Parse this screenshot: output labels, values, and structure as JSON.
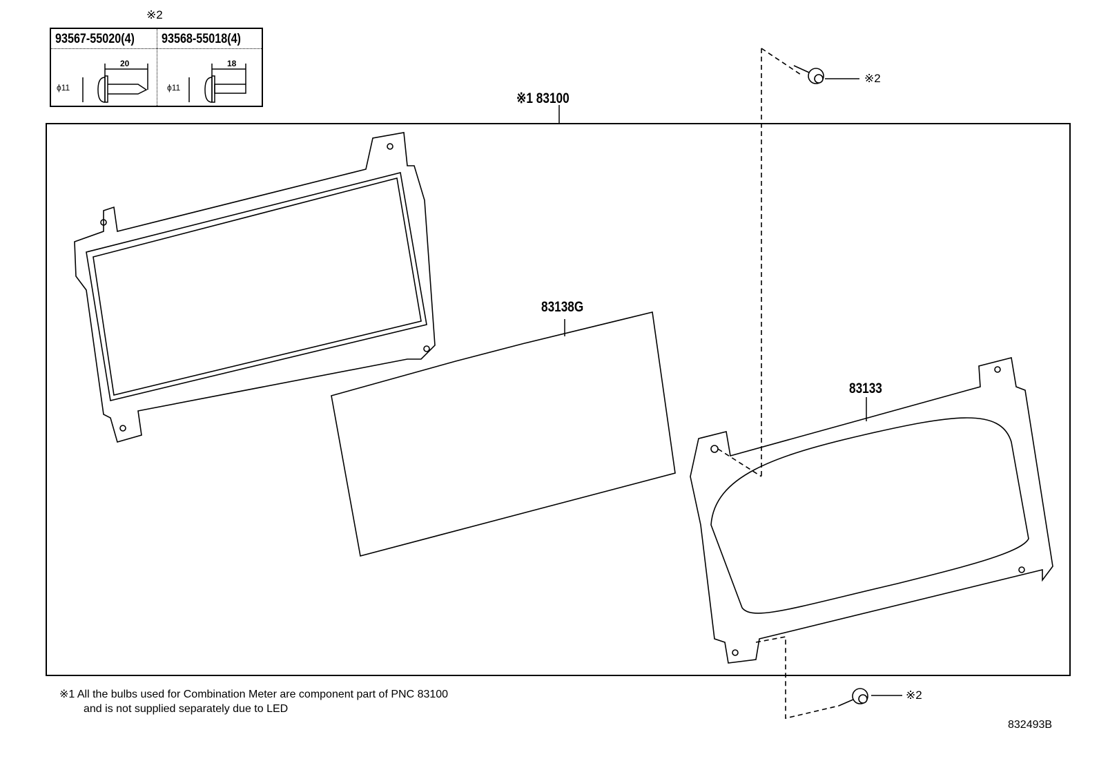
{
  "fastener_table": {
    "marker": "※2",
    "columns": [
      {
        "part_number": "93567-55020(4)",
        "diameter": "ϕ11",
        "length": "20"
      },
      {
        "part_number": "93568-55018(4)",
        "diameter": "ϕ11",
        "length": "18"
      }
    ]
  },
  "callouts": {
    "assembly": "※1 83100",
    "lens": "83138G",
    "housing": "83133",
    "screw_top": "※2",
    "screw_bottom": "※2"
  },
  "footnote": {
    "line1": "※1 All the bulbs used for Combination Meter are component part of PNC 83100",
    "line2": "and is not supplied separately due to LED"
  },
  "illustration_id": "832493B"
}
